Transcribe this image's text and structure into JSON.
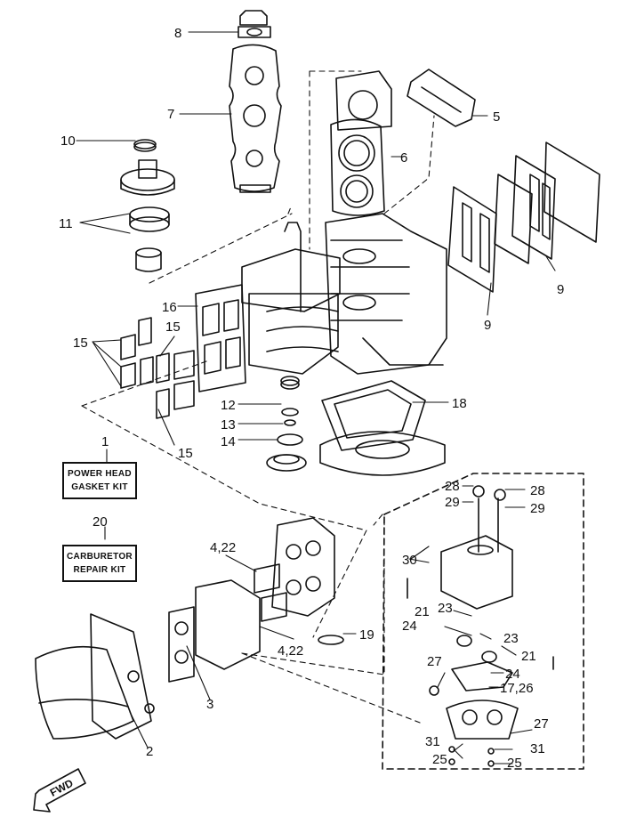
{
  "callouts": {
    "c1": "1",
    "c2": "2",
    "c3": "3",
    "c4_22a": "4,22",
    "c4_22b": "4,22",
    "c5": "5",
    "c6": "6",
    "c7": "7",
    "c8": "8",
    "c9a": "9",
    "c9b": "9",
    "c10": "10",
    "c11": "11",
    "c12": "12",
    "c13": "13",
    "c14": "14",
    "c15a": "15",
    "c15b": "15",
    "c15c": "15",
    "c16": "16",
    "c17_26": "17,26",
    "c18": "18",
    "c19": "19",
    "c20": "20",
    "c21a": "21",
    "c21b": "21",
    "c23a": "23",
    "c23b": "23",
    "c24a": "24",
    "c24b": "24",
    "c25a": "25",
    "c25b": "25",
    "c27a": "27",
    "c27b": "27",
    "c28a": "28",
    "c28b": "28",
    "c29a": "29",
    "c29b": "29",
    "c30": "30",
    "c31a": "31",
    "c31b": "31"
  },
  "kits": {
    "power_head_line1": "POWER HEAD",
    "power_head_line2": "GASKET KIT",
    "carburetor_line1": "CARBURETOR",
    "carburetor_line2": "REPAIR KIT"
  },
  "fwd_label": "FWD"
}
